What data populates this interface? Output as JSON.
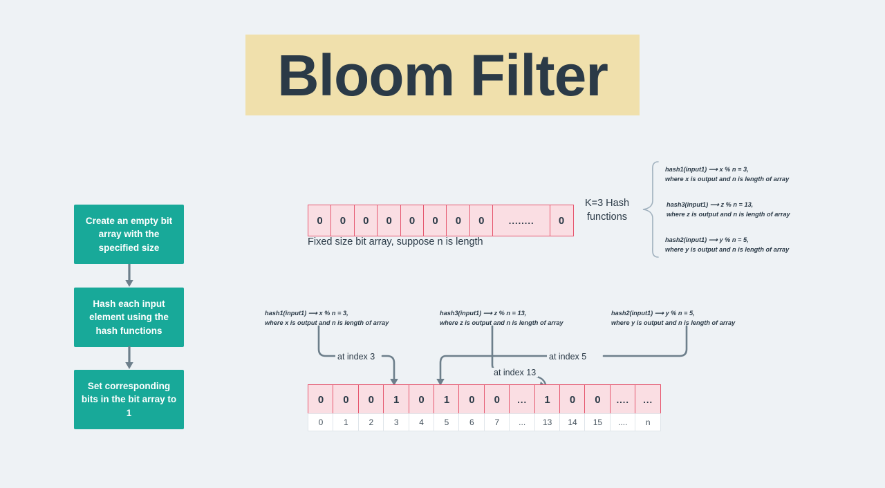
{
  "title": {
    "text": "Bloom Filter",
    "banner_color": "#f0e0ac",
    "text_color": "#2b3a47"
  },
  "colors": {
    "background": "#eef2f5",
    "flow_box": "#18a999",
    "bit_cell_fill": "#fadee3",
    "bit_cell_border": "#e5566e",
    "connector": "#6d7f8b"
  },
  "flowchart": {
    "steps": [
      {
        "label": "Create an empty bit array with the specified size"
      },
      {
        "label": "Hash each input element using the hash functions"
      },
      {
        "label": "Set corresponding bits in the bit array to 1"
      }
    ],
    "arrow_icon": "arrow-down-icon"
  },
  "top_array": {
    "caption": "Fixed size bit array, suppose n is length",
    "cells": [
      {
        "value": "0",
        "wide": false
      },
      {
        "value": "0",
        "wide": false
      },
      {
        "value": "0",
        "wide": false
      },
      {
        "value": "0",
        "wide": false
      },
      {
        "value": "0",
        "wide": false
      },
      {
        "value": "0",
        "wide": false
      },
      {
        "value": "0",
        "wide": false
      },
      {
        "value": "0",
        "wide": false
      },
      {
        "value": "........",
        "wide": true
      },
      {
        "value": "0",
        "wide": false
      }
    ]
  },
  "hash_legend": {
    "k_label": "K=3 Hash functions",
    "brace_icon": "curly-brace-icon",
    "items": [
      {
        "formula": "hash1(input1) ⟶ x % n = 3,",
        "where": "where x is output and n is length of array"
      },
      {
        "formula": "hash3(input1) ⟶ z % n = 13,",
        "where": "where z is output and n is length of array"
      },
      {
        "formula": "hash2(input1) ⟶ y % n = 5,",
        "where": "where y is output and n is length of array"
      }
    ]
  },
  "hash_notes": [
    {
      "formula": "hash1(input1) ⟶ x % n = 3,",
      "where": "where x is output and n is length of array",
      "index_label": "at index 3"
    },
    {
      "formula": "hash3(input1) ⟶ z % n = 13,",
      "where": "where z is output and n is length of array",
      "index_label": "at index 13"
    },
    {
      "formula": "hash2(input1) ⟶ y % n = 5,",
      "where": "where y is output and n is length of array",
      "index_label": "at index 5"
    }
  ],
  "bottom_array": {
    "values": [
      "0",
      "0",
      "0",
      "1",
      "0",
      "1",
      "0",
      "0",
      "...",
      "1",
      "0",
      "0",
      "....",
      "..."
    ],
    "indices": [
      "0",
      "1",
      "2",
      "3",
      "4",
      "5",
      "6",
      "7",
      "...",
      "13",
      "14",
      "15",
      "....",
      "n"
    ]
  }
}
